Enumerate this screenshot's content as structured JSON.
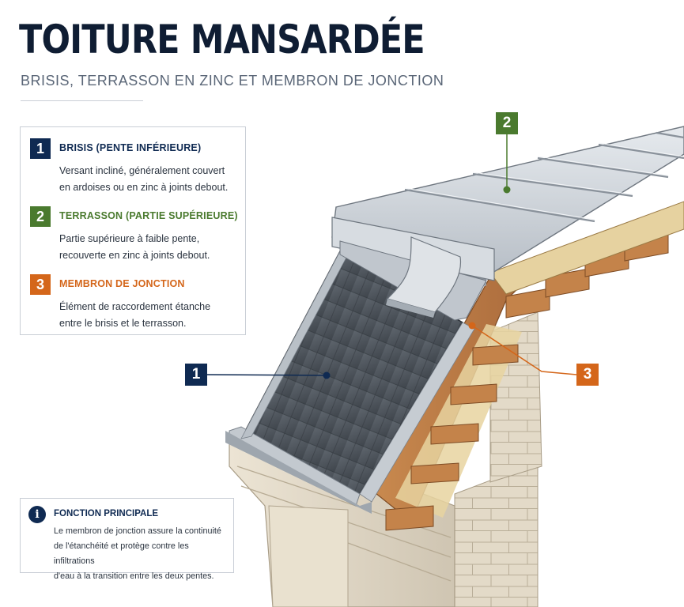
{
  "header": {
    "title": "TOITURE MANSARDÉE",
    "subtitle": "BRISIS, TERRASSON EN ZINC ET MEMBRON DE JONCTION"
  },
  "legend": {
    "items": [
      {
        "number": "1",
        "title": "BRISIS (PENTE INFÉRIEURE)",
        "desc_line1": "Versant incliné, généralement couvert",
        "desc_line2": "en ardoises ou en zinc à joints debout.",
        "color": "#0f2a52"
      },
      {
        "number": "2",
        "title": "TERRASSON (PARTIE SUPÉRIEURE)",
        "desc_line1": "Partie supérieure à faible pente,",
        "desc_line2": "recouverte en zinc à joints debout.",
        "color": "#4a7a2e"
      },
      {
        "number": "3",
        "title": "MEMBRON DE JONCTION",
        "desc_line1": "Élément de raccordement étanche",
        "desc_line2": "entre le brisis et le terrasson.",
        "color": "#d4661a"
      }
    ]
  },
  "callouts": {
    "one": "1",
    "two": "2",
    "three": "3"
  },
  "info": {
    "icon": "info-icon",
    "title": "FONCTION PRINCIPALE",
    "line1": "Le membron de jonction assure la continuité",
    "line2": "de l'étanchéité et protège contre les infiltrations",
    "line3": "d'eau à la transition entre les deux pentes."
  }
}
